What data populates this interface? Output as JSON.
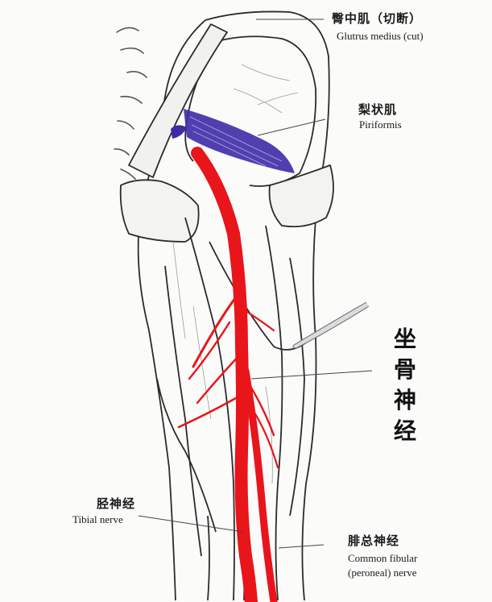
{
  "labels": {
    "gluteus_cn": "臀中肌（切断）",
    "gluteus_en": "Glutrus medius (cut)",
    "piriformis_cn": "梨状肌",
    "piriformis_en": "Piriformis",
    "sciatic_cn": [
      "坐",
      "骨",
      "神",
      "经"
    ],
    "tibial_cn": "胫神经",
    "tibial_en": "Tibial nerve",
    "fibular_cn": "腓总神经",
    "fibular_en_1": "Common fibular",
    "fibular_en_2": "(peroneal) nerve"
  },
  "colors": {
    "nerve": "#e8151b",
    "muscle": "#3d2aa6",
    "outline": "#2b2b2b",
    "leader": "#444444"
  }
}
